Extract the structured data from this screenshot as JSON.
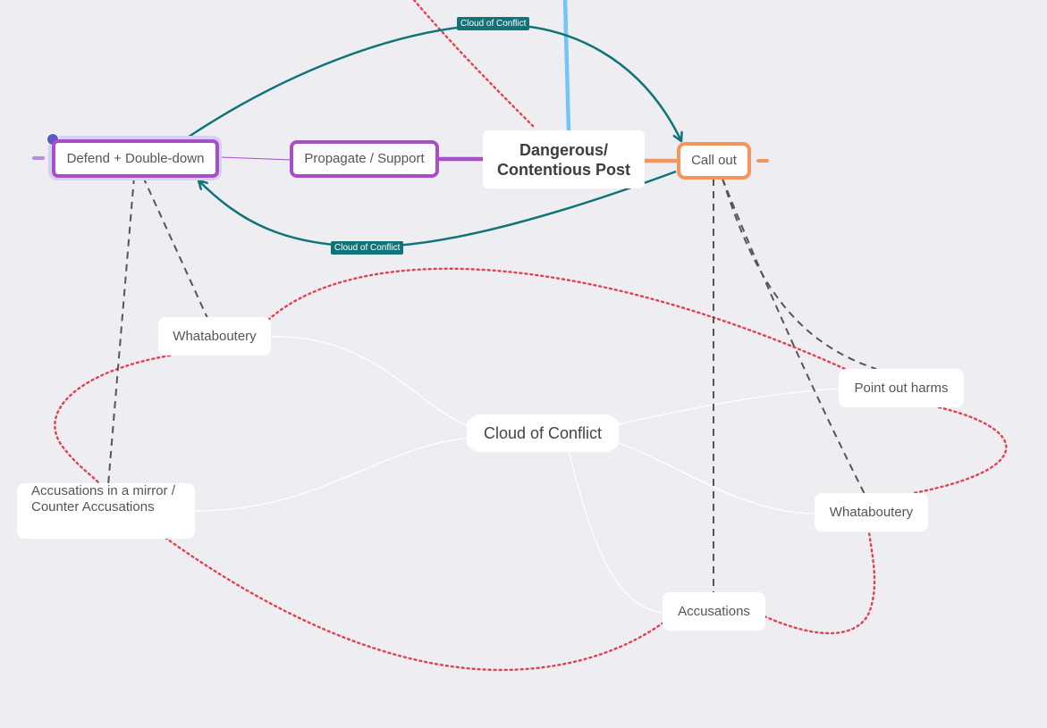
{
  "central_topic": {
    "line1": "Dangerous/",
    "line2": "Contentious Post"
  },
  "branches": {
    "propagate": "Propagate / Support",
    "defend": "Defend + Double-down",
    "call_out": "Call out"
  },
  "subtopics": {
    "whataboutery_left": "Whataboutery",
    "accusations_mirror_line1": "Accusations in a mirror /",
    "accusations_mirror_line2": "Counter Accusations",
    "point_out_harms": "Point out harms",
    "whataboutery_right": "Whataboutery",
    "accusations": "Accusations"
  },
  "floating_topic": "Cloud of Conflict",
  "relationships": {
    "top_label": "Cloud of Conflict",
    "bottom_label": "Cloud of Conflict"
  },
  "colors": {
    "background": "#eeedf2",
    "propagate_branch": "#a64fc9",
    "call_out_branch": "#f4965c",
    "relationship": "#0f7378",
    "boundary_dotted": "#e0434f",
    "blue_line": "#72c6f5",
    "dashed_connector": "#555555",
    "selection": "#5b57c8"
  }
}
